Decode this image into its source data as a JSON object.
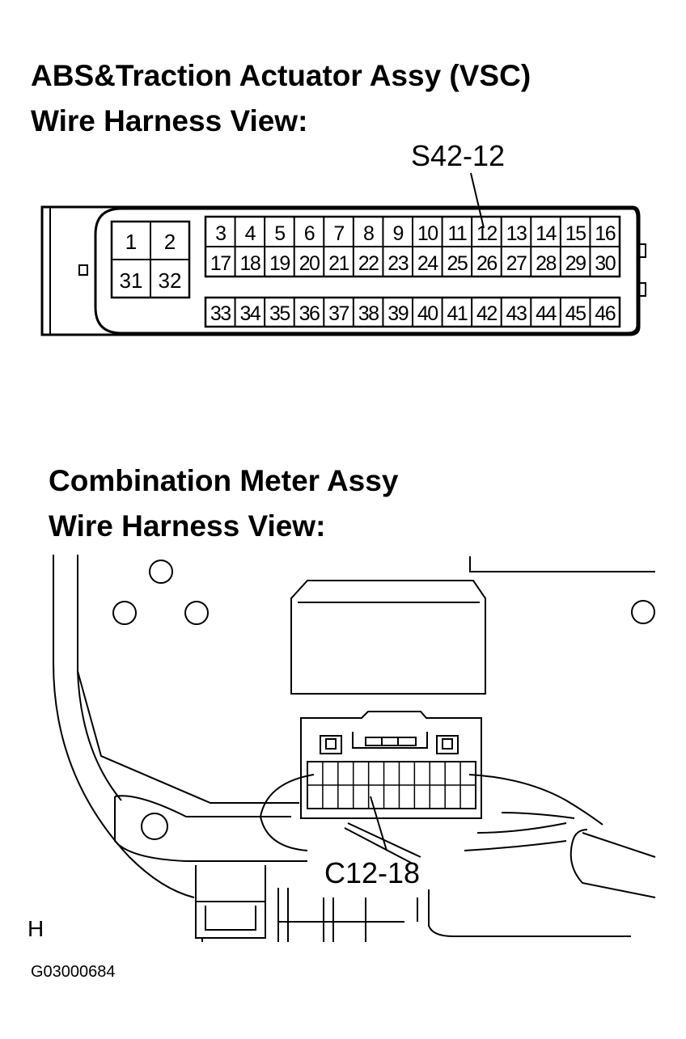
{
  "connector1": {
    "title_line1": "ABS&Traction Actuator Assy (VSC)",
    "title_line2": "Wire Harness View:",
    "callout": "S42-12",
    "pins_left": [
      "1",
      "2",
      "31",
      "32"
    ],
    "pins_row1": [
      "3",
      "4",
      "5",
      "6",
      "7",
      "8",
      "9",
      "10",
      "11",
      "12",
      "13",
      "14",
      "15",
      "16"
    ],
    "pins_row2": [
      "17",
      "18",
      "19",
      "20",
      "21",
      "22",
      "23",
      "24",
      "25",
      "26",
      "27",
      "28",
      "29",
      "30"
    ],
    "pins_row3": [
      "33",
      "34",
      "35",
      "36",
      "37",
      "38",
      "39",
      "40",
      "41",
      "42",
      "43",
      "44",
      "45",
      "46"
    ]
  },
  "connector2": {
    "title_line1": "Combination Meter Assy",
    "title_line2": "Wire Harness View:",
    "callout": "C12-18"
  },
  "footer": {
    "view_letter": "H",
    "figure_code": "G03000684"
  }
}
